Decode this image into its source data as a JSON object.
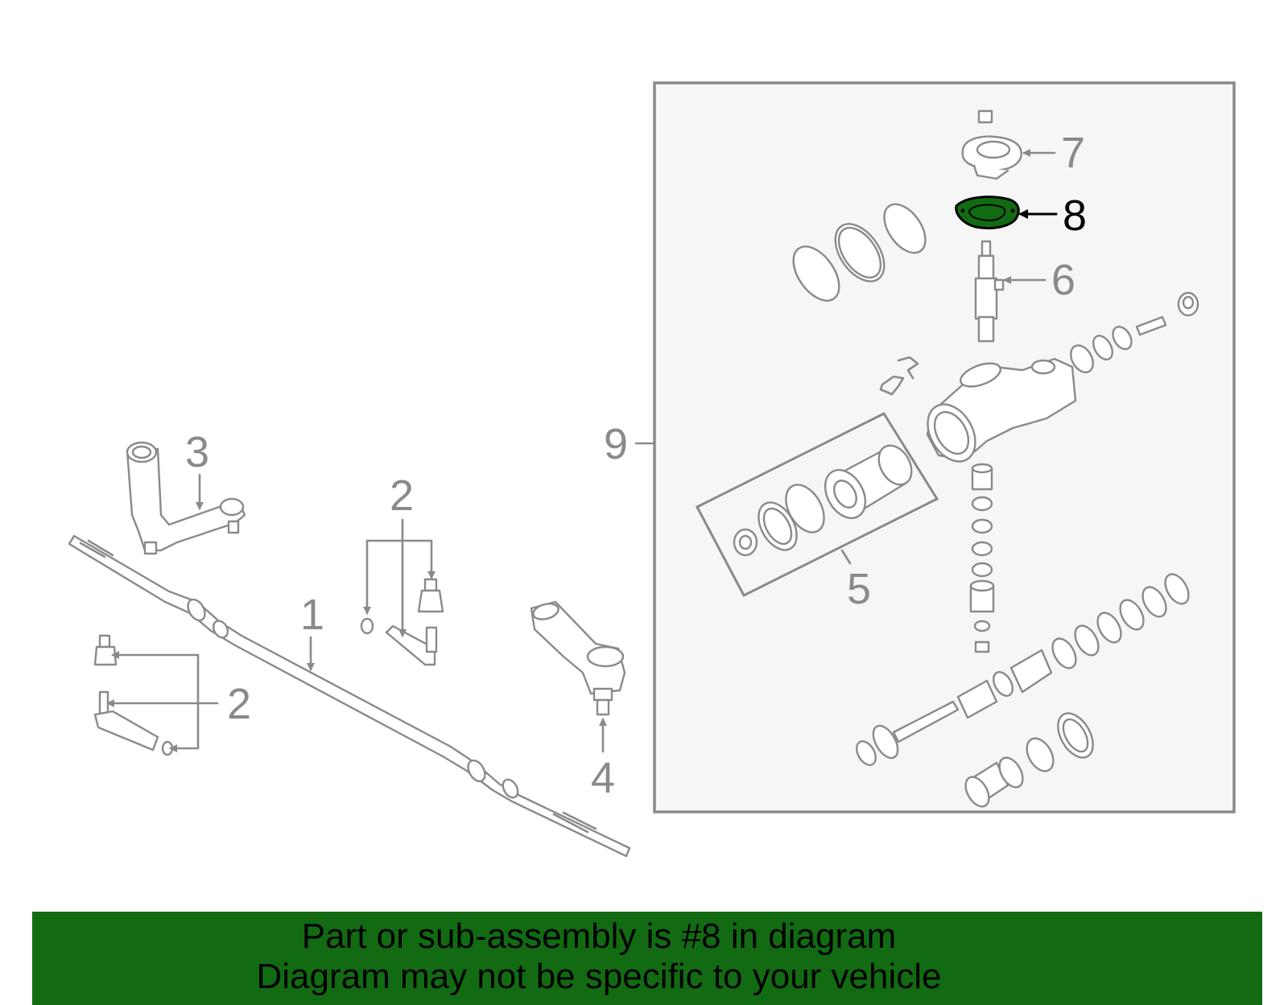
{
  "diagram": {
    "labels": {
      "p1": "1",
      "p2a": "2",
      "p2b": "2",
      "p3": "3",
      "p4": "4",
      "p5": "5",
      "p6": "6",
      "p7": "7",
      "p8": "8",
      "p9": "9"
    },
    "highlighted_part": "8",
    "colors": {
      "highlight_fill": "#126b12",
      "line_gray": "#8a8a8a",
      "inset_background": "#f6f6f6"
    }
  },
  "banner": {
    "line1": "Part or sub-assembly is #8 in diagram",
    "line2": "Diagram may not be specific to your vehicle",
    "background": "#126b12"
  }
}
